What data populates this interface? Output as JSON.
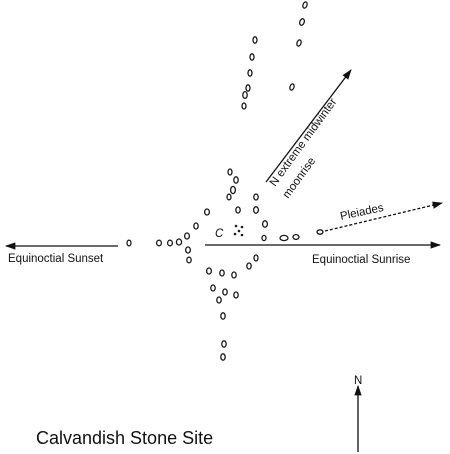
{
  "labels": {
    "sunset": "Equinoctial Sunset",
    "sunrise": "Equinoctial Sunrise",
    "moonrise_line1": "N extreme midwinter",
    "moonrise_line2": "moonrise",
    "pleiades": "Pleiades",
    "north": "N",
    "center_mark": "C"
  },
  "title": "Calvandish Stone Site",
  "colors": {
    "ink": "#111111",
    "background": "#ffffff"
  }
}
